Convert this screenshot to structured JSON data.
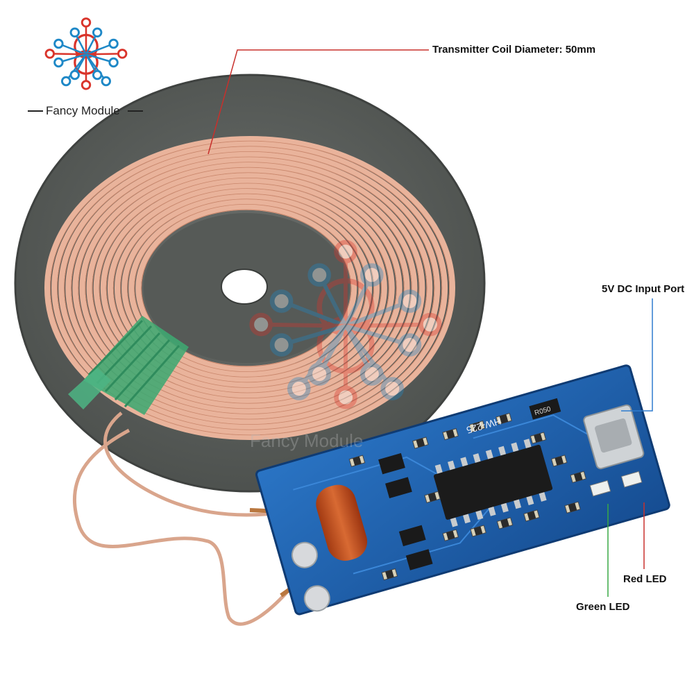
{
  "brand": {
    "name": "Fancy Module",
    "logo_colors": [
      "#d9342b",
      "#1e88c7"
    ],
    "watermark_text": "Fancy Module"
  },
  "product": {
    "board_marking": "HW-225",
    "resistor_marking": "R050"
  },
  "annotations": {
    "coil_diameter": "Transmitter Coil Diameter: 50mm",
    "input_port": "5V DC Input Port",
    "red_led": "Red LED",
    "green_led": "Green LED"
  },
  "colors": {
    "coil_copper": "#e9b39b",
    "ferrite_disc": "#5c605d",
    "pcb_blue": "#1d5fae",
    "capacitor": "#c4531f",
    "callout_red": "#c8302c",
    "callout_blue": "#2f7ccf",
    "callout_green": "#39a845"
  }
}
